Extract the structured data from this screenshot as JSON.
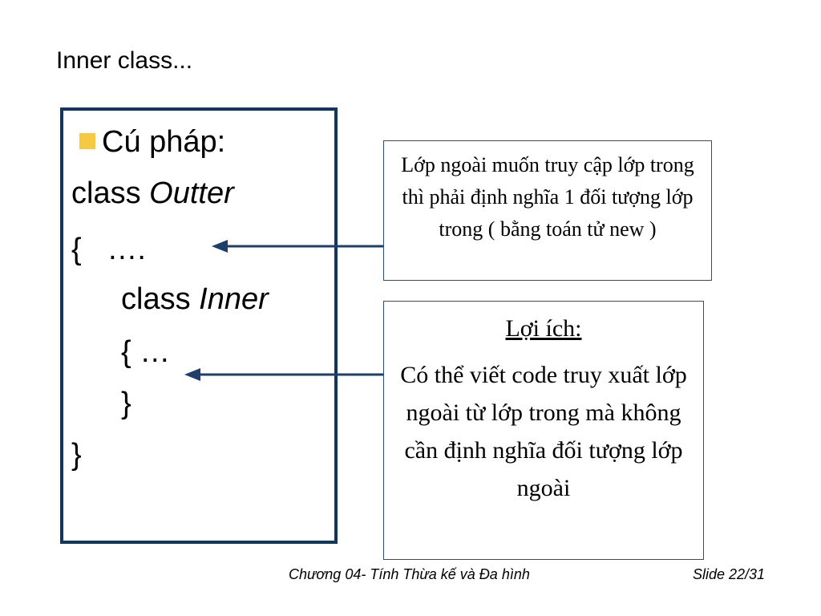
{
  "slide": {
    "title": "Inner class..."
  },
  "code_box": {
    "bullet_label": "Cú pháp:",
    "line2_keyword": "class ",
    "line2_name": "Outter",
    "line3": "{   ….",
    "line4_keyword": "class ",
    "line4_name": "Inner",
    "line5": "{ …",
    "line6": "}",
    "line7": "}"
  },
  "note_outer": {
    "text": "Lớp ngoài muốn truy cập lớp trong thì phải định nghĩa 1 đối tượng lớp trong ( bằng toán tử new )"
  },
  "note_benefit": {
    "heading": "Lợi ích:",
    "text": "Có thể viết code truy xuất lớp ngoài từ lớp trong mà không cần định nghĩa đối tượng lớp ngoài"
  },
  "footer": {
    "chapter": "Chương 04- Tính Thừa kế và Đa hình",
    "slide_number": "Slide 22/31"
  },
  "colors": {
    "box_border": "#13365f",
    "arrow": "#1f3f6a",
    "bullet": "#f7c842"
  }
}
